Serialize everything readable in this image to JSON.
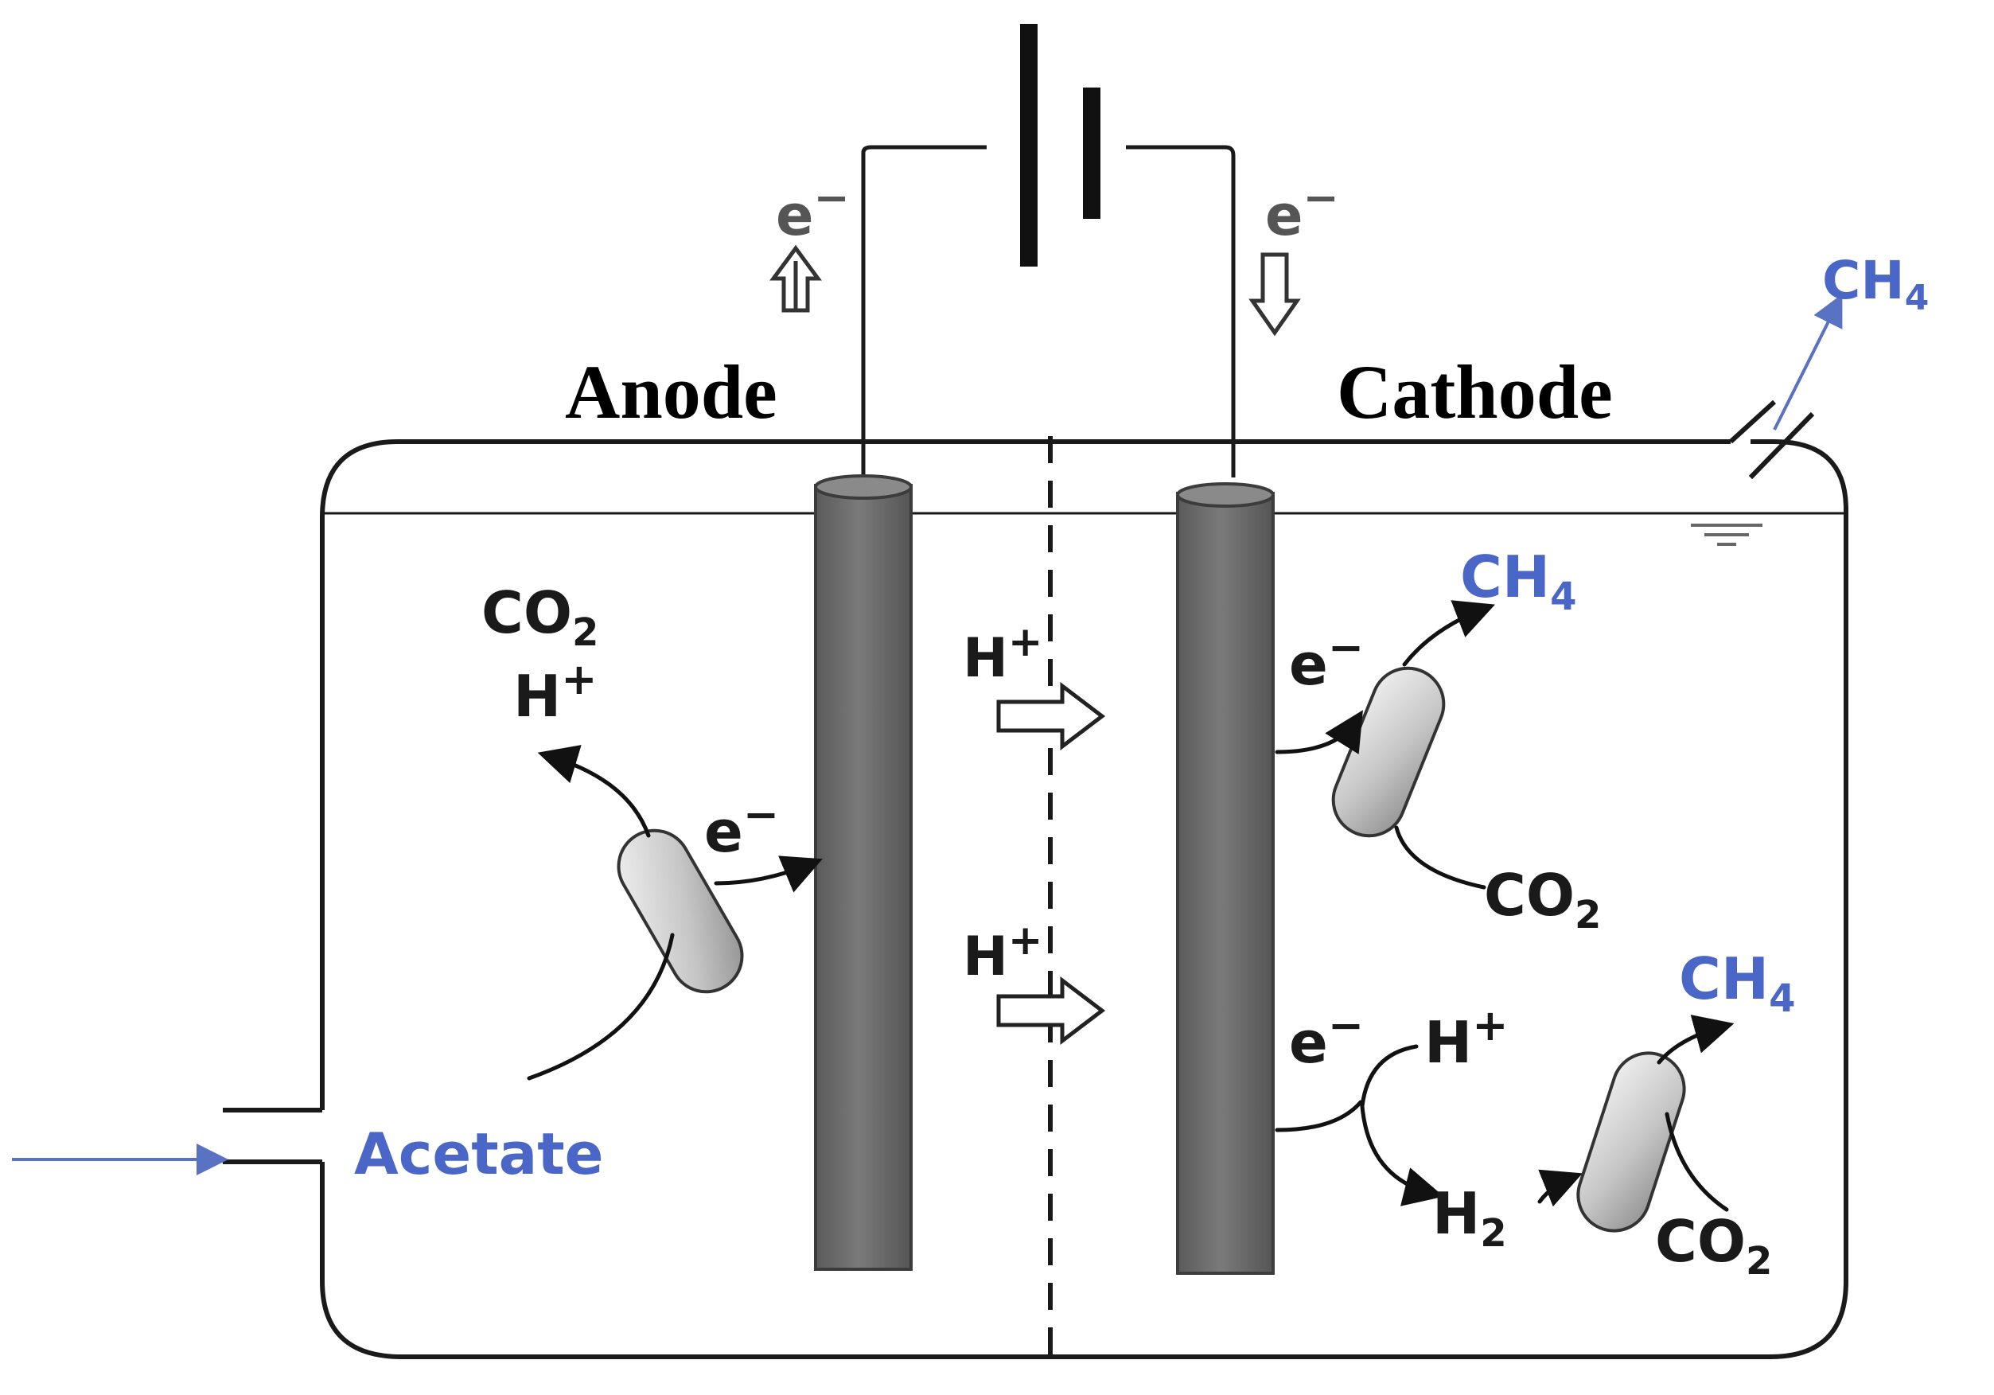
{
  "labels": {
    "anode": "Anode",
    "cathode": "Cathode",
    "acetate": "Acetate"
  },
  "species": {
    "electron_symbol": "e",
    "electron_charge": "−",
    "proton_symbol": "H",
    "proton_charge": "+",
    "co2_base": "CO",
    "co2_sub": "2",
    "ch4_base": "CH",
    "ch4_sub": "4",
    "h2_base": "H",
    "h2_sub": "2"
  },
  "colors": {
    "methane_text": "#4a67c8",
    "acetate_text": "#4a67c8",
    "inflow_arrow": "#5a72c4",
    "electrode_fill": "#6e6e6e",
    "electrode_edge": "#3c3c3c",
    "reactor_outline": "#1a1a1a",
    "bacteria_fill": "#c9c9c9"
  },
  "icons": {
    "battery": "battery-icon",
    "bacterium": "bacterium-icon",
    "proton_flow_arrow": "hollow-right-arrow-icon",
    "electron_flow_up": "hollow-up-arrow-icon",
    "electron_flow_down": "hollow-down-arrow-icon"
  }
}
